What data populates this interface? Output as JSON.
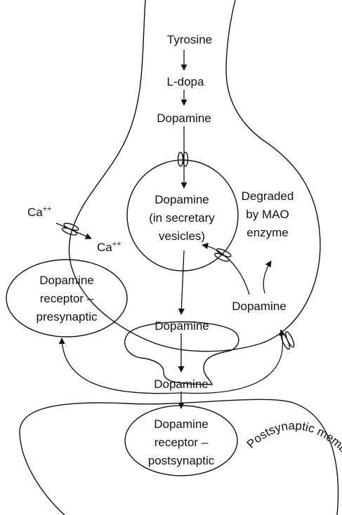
{
  "labels": {
    "tyrosine": "Tyrosine",
    "ldopa": "L-dopa",
    "dopamine_top": "Dopamine",
    "vesicle_line1": "Dopamine",
    "vesicle_line2": "(in secretary",
    "vesicle_line3": "vesicles)",
    "degraded_line1": "Degraded",
    "degraded_line2": "by MAO",
    "degraded_line3": "enzyme",
    "ca_outside": "Ca",
    "ca_inside": "Ca",
    "ca_superscript": "++",
    "pre_receptor_line1": "Dopamine",
    "pre_receptor_line2": "receptor –",
    "pre_receptor_line3": "presynaptic",
    "dopamine_reuptake": "Dopamine",
    "dopamine_release": "Dopamine",
    "dopamine_cleft": "Dopamine",
    "post_receptor_line1": "Dopamine",
    "post_receptor_line2": "receptor –",
    "post_receptor_line3": "postsynaptic",
    "postsynaptic_membrane": "Postsynaptic membrane"
  }
}
